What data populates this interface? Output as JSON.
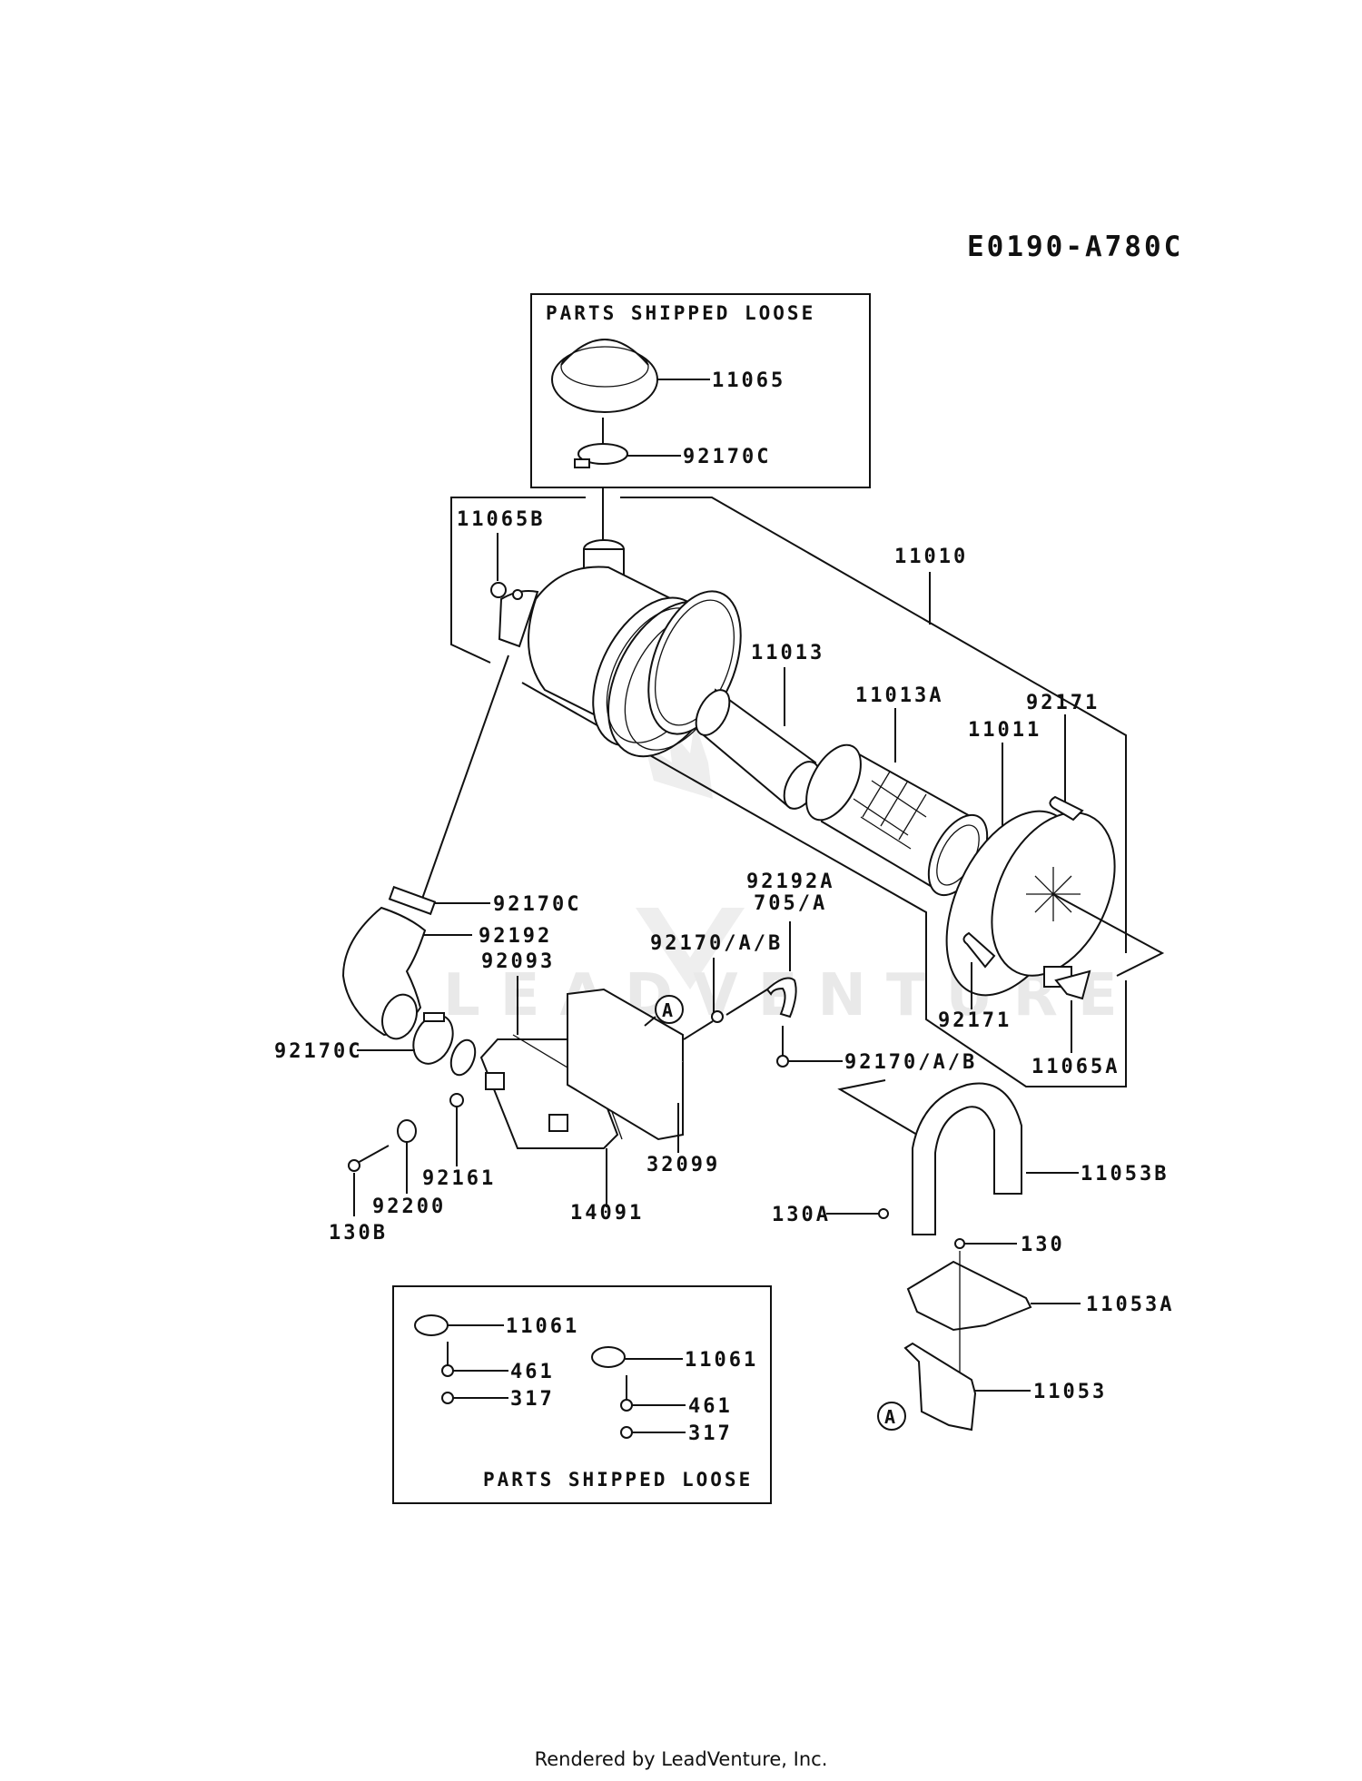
{
  "diagram_id": "E0190-A780C",
  "watermark": "LEADVENTURE",
  "footer": "Rendered by LeadVenture, Inc.",
  "boxes": {
    "top_loose": "PARTS SHIPPED LOOSE",
    "bottom_loose": "PARTS SHIPPED LOOSE"
  },
  "callout_marker": "A",
  "parts": {
    "p11065": "11065",
    "p92170C_top": "92170C",
    "p11065B": "11065B",
    "p11010": "11010",
    "p11013": "11013",
    "p11013A": "11013A",
    "p92171_top": "92171",
    "p11011": "11011",
    "p92171_bottom": "92171",
    "p11065A": "11065A",
    "p92170C_upper": "92170C",
    "p92192": "92192",
    "p92093": "92093",
    "p92170C_lower": "92170C",
    "p92170AB_upper": "92170/A/B",
    "p92192A": "92192A",
    "p705A": "705/A",
    "p92170AB_lower": "92170/A/B",
    "p32099": "32099",
    "p14091": "14091",
    "p92161": "92161",
    "p92200": "92200",
    "p130B": "130B",
    "p11053B": "11053B",
    "p130A": "130A",
    "p130": "130",
    "p11053A": "11053A",
    "p11053": "11053",
    "p11061_left": "11061",
    "p461_left": "461",
    "p317_left": "317",
    "p11061_right": "11061",
    "p461_right": "461",
    "p317_right": "317"
  }
}
